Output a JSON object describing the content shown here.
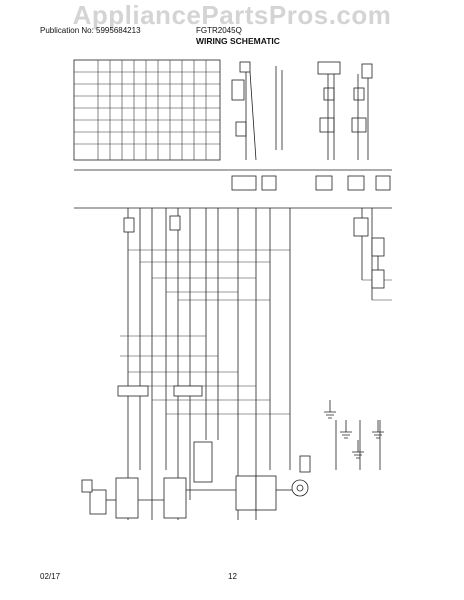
{
  "watermark": "AppliancePartsPros.com",
  "header": {
    "publication": "Publication No: 5995684213",
    "model": "FGTR2045Q",
    "title": "WIRING SCHEMATIC"
  },
  "footer": {
    "date": "02/17",
    "page": "12"
  },
  "colors": {
    "line": "#222222",
    "watermark": "#d4d4d4"
  }
}
